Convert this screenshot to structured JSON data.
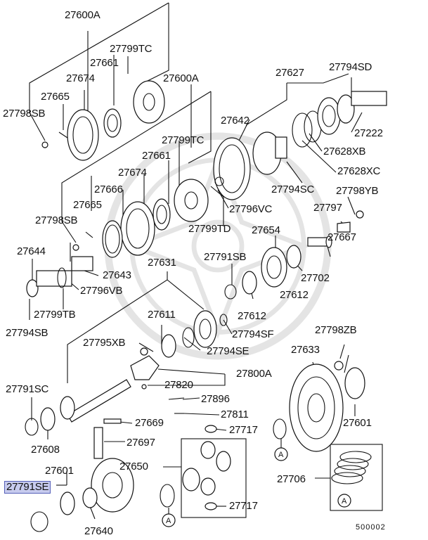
{
  "labels": [
    {
      "id": "27600A_1",
      "text": "27600A"
    },
    {
      "id": "27799TC_1",
      "text": "27799TC"
    },
    {
      "id": "27661_1",
      "text": "27661"
    },
    {
      "id": "27674_1",
      "text": "27674"
    },
    {
      "id": "27665_1",
      "text": "27665"
    },
    {
      "id": "27798SB_1",
      "text": "27798SB"
    },
    {
      "id": "27600A_2",
      "text": "27600A"
    },
    {
      "id": "27799TC_2",
      "text": "27799TC"
    },
    {
      "id": "27661_2",
      "text": "27661"
    },
    {
      "id": "27674_2",
      "text": "27674"
    },
    {
      "id": "27666",
      "text": "27666"
    },
    {
      "id": "27665_2",
      "text": "27665"
    },
    {
      "id": "27798SB_2",
      "text": "27798SB"
    },
    {
      "id": "27642",
      "text": "27642"
    },
    {
      "id": "27627",
      "text": "27627"
    },
    {
      "id": "27794SD",
      "text": "27794SD"
    },
    {
      "id": "27222",
      "text": "27222"
    },
    {
      "id": "27628XB",
      "text": "27628XB"
    },
    {
      "id": "27628XC",
      "text": "27628XC"
    },
    {
      "id": "27794SC",
      "text": "27794SC"
    },
    {
      "id": "27798YB",
      "text": "27798YB"
    },
    {
      "id": "27796VC",
      "text": "27796VC"
    },
    {
      "id": "27797",
      "text": "27797"
    },
    {
      "id": "27799TD",
      "text": "27799TD"
    },
    {
      "id": "27654",
      "text": "27654"
    },
    {
      "id": "27667",
      "text": "27667"
    },
    {
      "id": "27644",
      "text": "27644"
    },
    {
      "id": "27643",
      "text": "27643"
    },
    {
      "id": "27796VB",
      "text": "27796VB"
    },
    {
      "id": "27799TB",
      "text": "27799TB"
    },
    {
      "id": "27794SB",
      "text": "27794SB"
    },
    {
      "id": "27631",
      "text": "27631"
    },
    {
      "id": "27791SB",
      "text": "27791SB"
    },
    {
      "id": "27702",
      "text": "27702"
    },
    {
      "id": "27612_1",
      "text": "27612"
    },
    {
      "id": "27612_2",
      "text": "27612"
    },
    {
      "id": "27611",
      "text": "27611"
    },
    {
      "id": "27794SF",
      "text": "27794SF"
    },
    {
      "id": "27795XB",
      "text": "27795XB"
    },
    {
      "id": "27794SE",
      "text": "27794SE"
    },
    {
      "id": "27798ZB",
      "text": "27798ZB"
    },
    {
      "id": "27633",
      "text": "27633"
    },
    {
      "id": "27800A",
      "text": "27800A"
    },
    {
      "id": "27791SC",
      "text": "27791SC"
    },
    {
      "id": "27820",
      "text": "27820"
    },
    {
      "id": "27896",
      "text": "27896"
    },
    {
      "id": "27811",
      "text": "27811"
    },
    {
      "id": "27601_1",
      "text": "27601"
    },
    {
      "id": "27669",
      "text": "27669"
    },
    {
      "id": "27717_1",
      "text": "27717"
    },
    {
      "id": "27608",
      "text": "27608"
    },
    {
      "id": "27697",
      "text": "27697"
    },
    {
      "id": "27650",
      "text": "27650"
    },
    {
      "id": "27601_2",
      "text": "27601"
    },
    {
      "id": "27706",
      "text": "27706"
    },
    {
      "id": "27791SE",
      "text": "27791SE"
    },
    {
      "id": "27717_2",
      "text": "27717"
    },
    {
      "id": "27640",
      "text": "27640"
    }
  ],
  "callouts": {
    "a1": "A",
    "a2": "A",
    "a3": "A"
  },
  "diagram_code": "500002",
  "highlighted_part": "27791SE",
  "colors": {
    "highlight_fill": "#c7cbee",
    "highlight_border": "#5560b8",
    "line": "#111111"
  }
}
